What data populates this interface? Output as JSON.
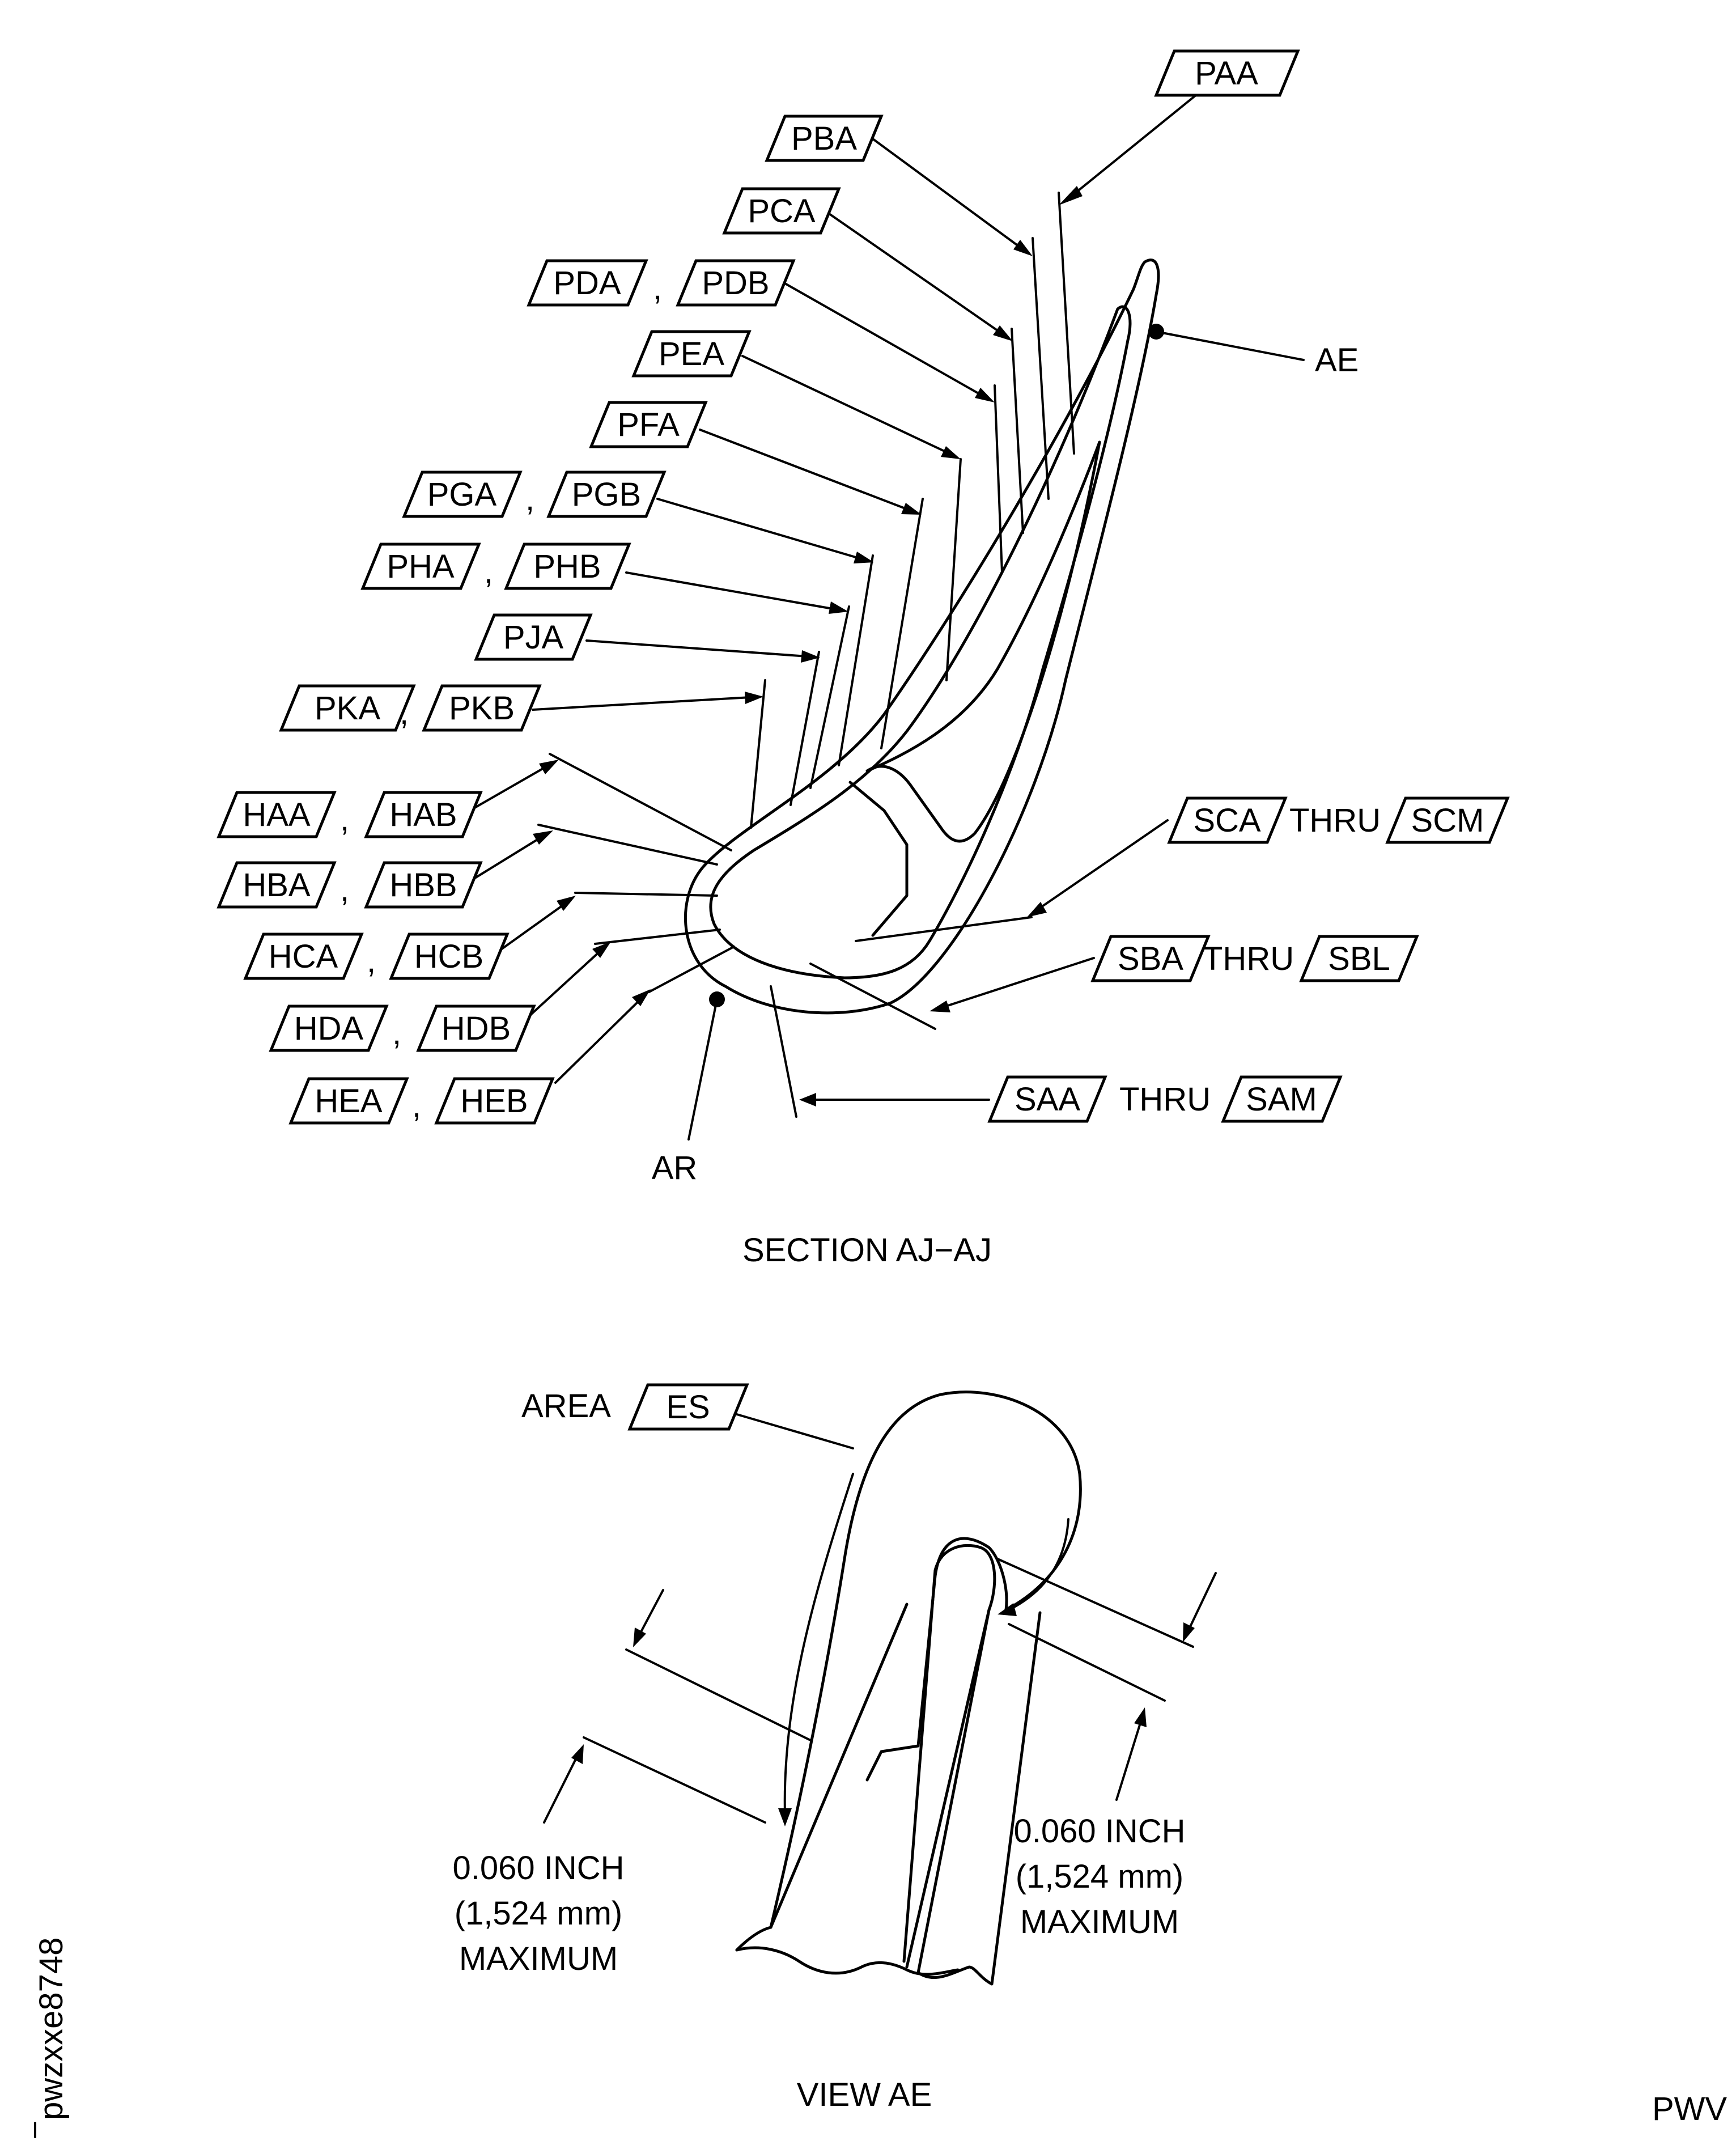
{
  "tags": {
    "PAA": "PAA",
    "PBA": "PBA",
    "PCA": "PCA",
    "PDA": "PDA",
    "PDB": "PDB",
    "PEA": "PEA",
    "PFA": "PFA",
    "PGA": "PGA",
    "PGB": "PGB",
    "PHA": "PHA",
    "PHB": "PHB",
    "PJA": "PJA",
    "PKA": "PKA",
    "PKB": "PKB",
    "HAA": "HAA",
    "HAB": "HAB",
    "HBA": "HBA",
    "HBB": "HBB",
    "HCA": "HCA",
    "HCB": "HCB",
    "HDA": "HDA",
    "HDB": "HDB",
    "HEA": "HEA",
    "HEB": "HEB",
    "SCA": "SCA",
    "SCM": "SCM",
    "SBA": "SBA",
    "SBL": "SBL",
    "SAA": "SAA",
    "SAM": "SAM",
    "ES": "ES"
  },
  "separators": {
    "comma": ",",
    "thru": "THRU"
  },
  "labels": {
    "ae": "AE",
    "ar": "AR",
    "section_title": "SECTION AJ−AJ",
    "area": "AREA",
    "view_title": "VIEW AE",
    "dim_left": [
      "0.060 INCH",
      "(1,524 mm)",
      "MAXIMUM"
    ],
    "dim_right": [
      "0.060 INCH",
      "(1,524 mm)",
      "MAXIMUM"
    ],
    "figure_id": "pwzxxe8748",
    "corner_code": "PWV"
  }
}
